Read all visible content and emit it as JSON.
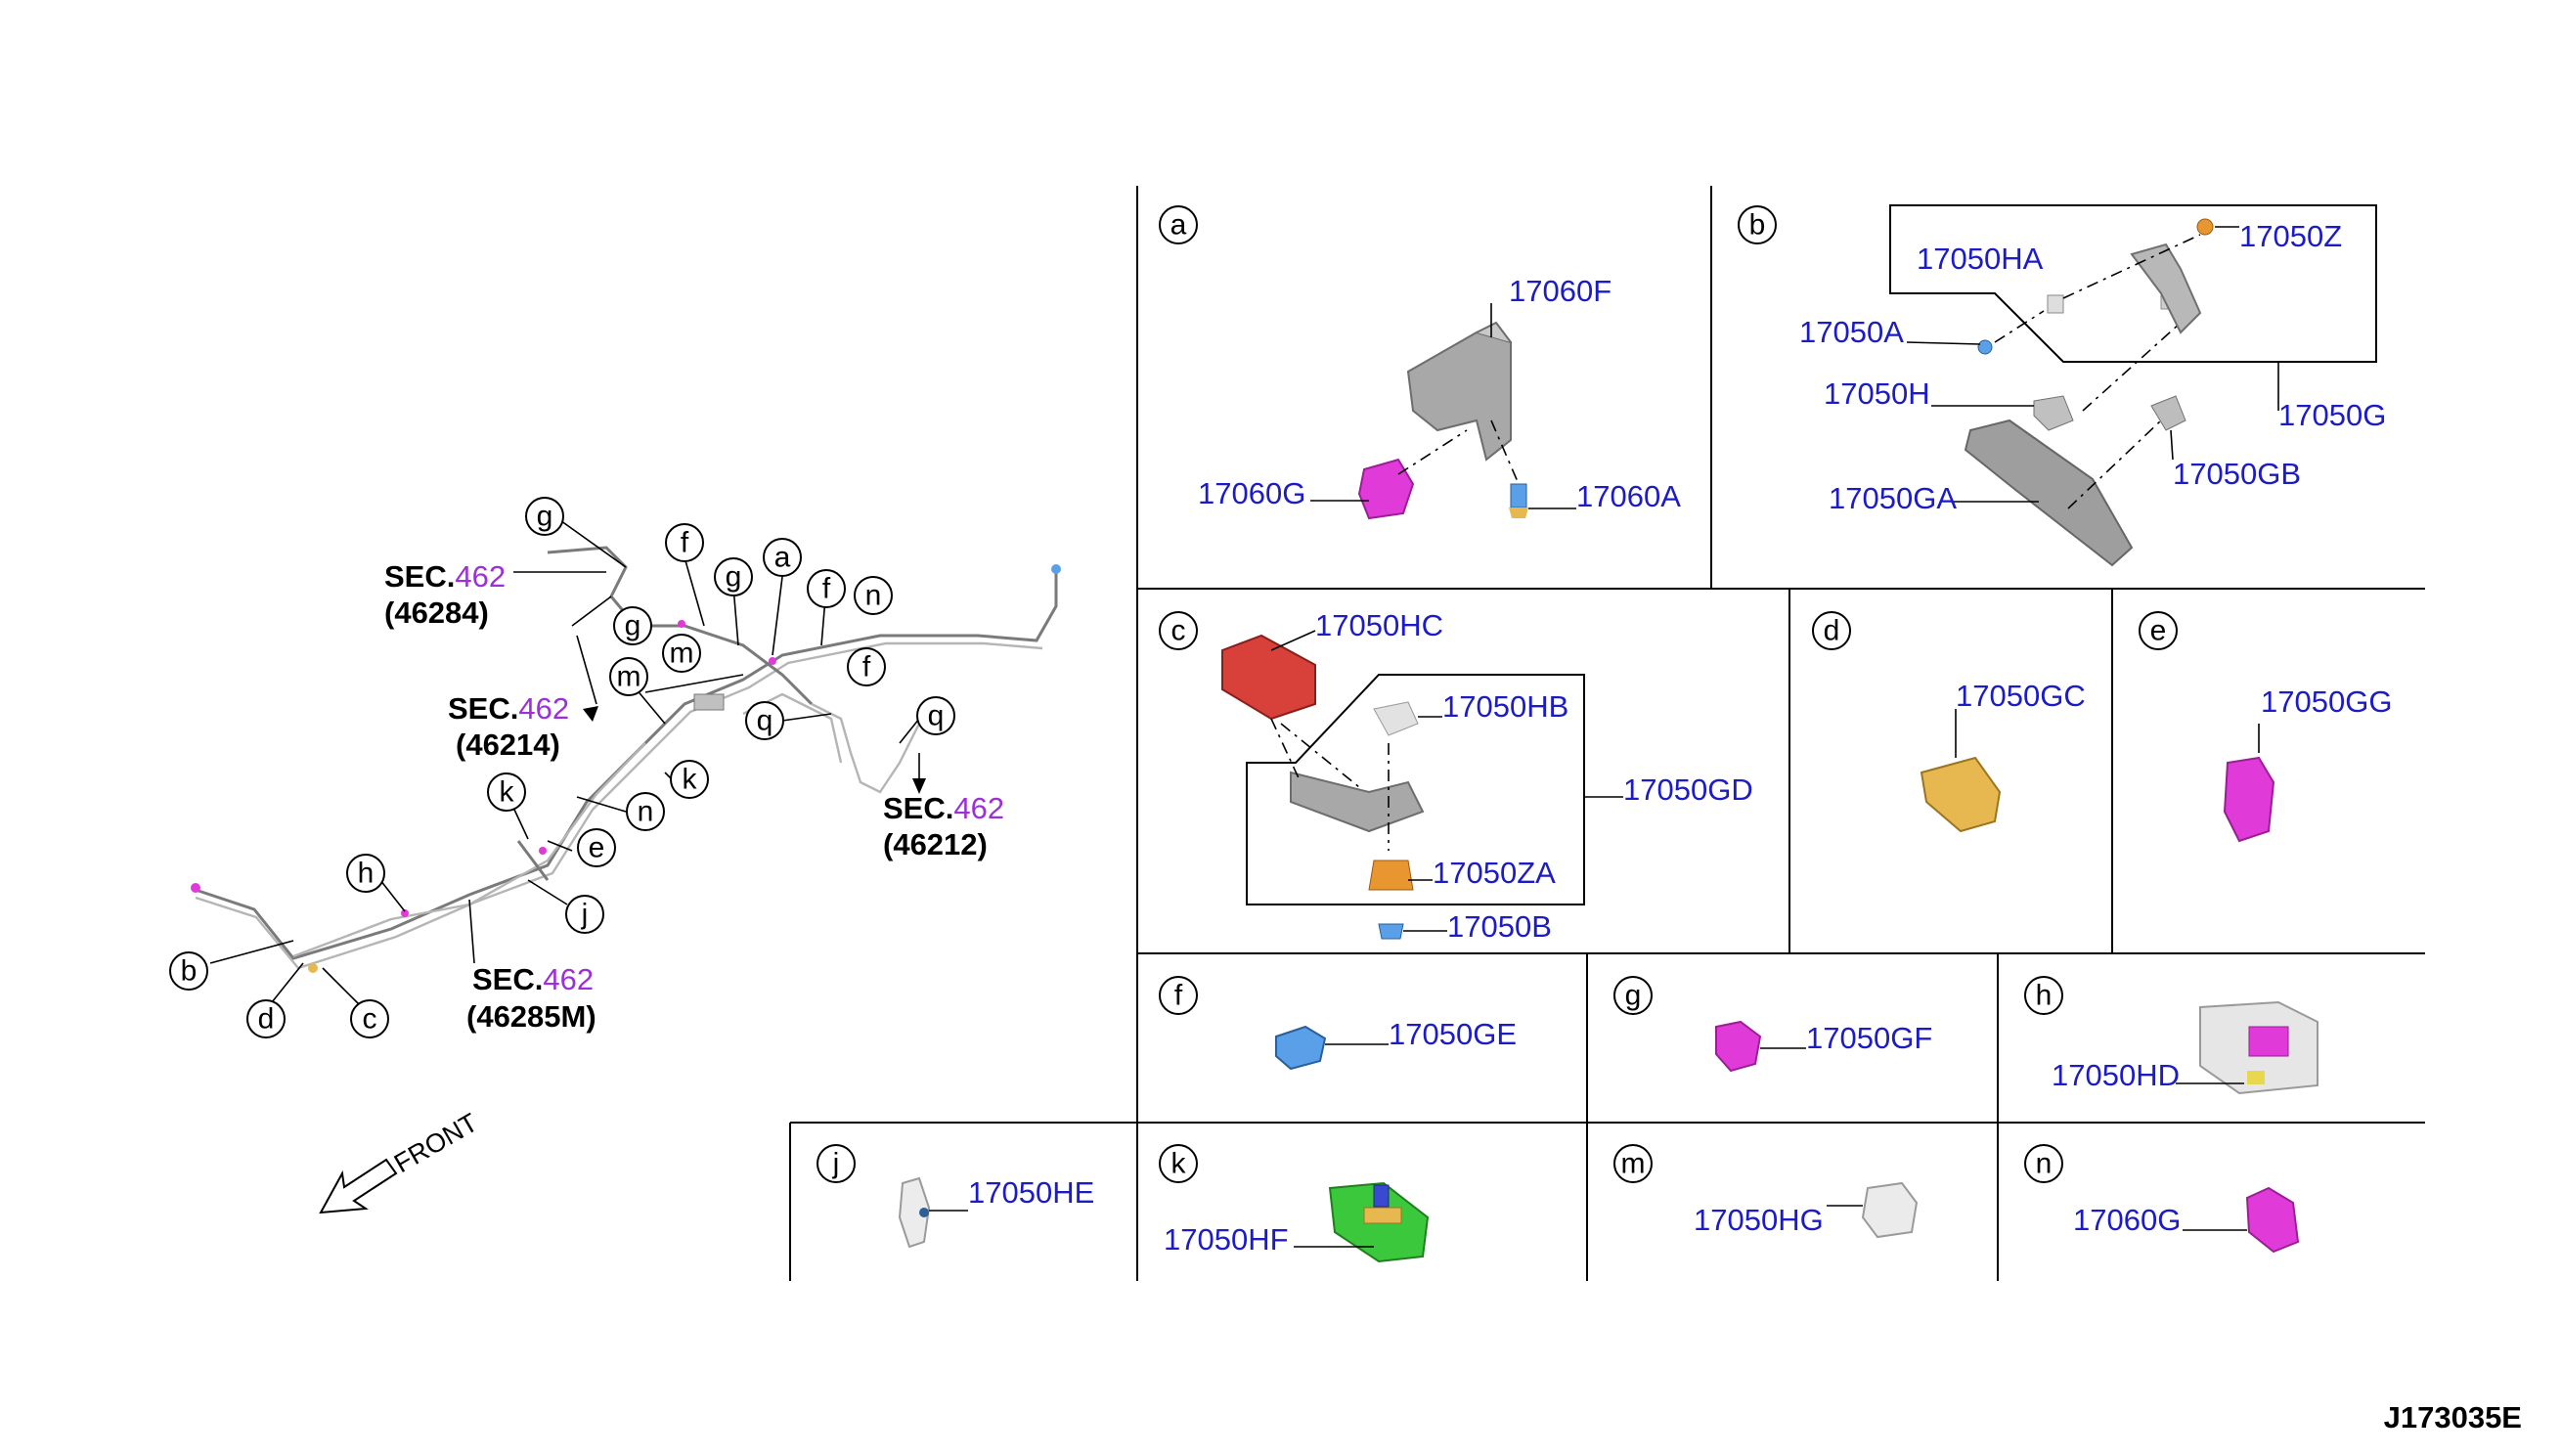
{
  "drawing_number": "J173035E",
  "front_label": "FRONT",
  "overview": {
    "callouts": {
      "a": "a",
      "b": "b",
      "c": "c",
      "d": "d",
      "e": "e",
      "f": "f",
      "g": "g",
      "h": "h",
      "j": "j",
      "k": "k",
      "m": "m",
      "n": "n",
      "q": "q"
    },
    "sections": [
      {
        "prefix": "SEC.",
        "number": "462",
        "ref": "(46284)"
      },
      {
        "prefix": "SEC.",
        "number": "462",
        "ref": "(46212)"
      },
      {
        "prefix": "SEC.",
        "number": "462",
        "ref": "(46285M)"
      },
      {
        "prefix": "SEC.",
        "number": "462",
        "ref": "(46214)"
      }
    ]
  },
  "panels": {
    "a": {
      "letter": "a",
      "parts": [
        "17060F",
        "17060G",
        "17060A"
      ]
    },
    "b": {
      "letter": "b",
      "parts": [
        "17050HA",
        "17050Z",
        "17050A",
        "17050H",
        "17050G",
        "17050GB",
        "17050GA"
      ]
    },
    "c": {
      "letter": "c",
      "parts": [
        "17050HC",
        "17050HB",
        "17050GD",
        "17050ZA",
        "17050B"
      ]
    },
    "d": {
      "letter": "d",
      "parts": [
        "17050GC"
      ]
    },
    "e": {
      "letter": "e",
      "parts": [
        "17050GG"
      ]
    },
    "f": {
      "letter": "f",
      "parts": [
        "17050GE"
      ]
    },
    "g": {
      "letter": "g",
      "parts": [
        "17050GF"
      ]
    },
    "h": {
      "letter": "h",
      "parts": [
        "17050HD"
      ]
    },
    "j": {
      "letter": "j",
      "parts": [
        "17050HE"
      ]
    },
    "k": {
      "letter": "k",
      "parts": [
        "17050HF"
      ]
    },
    "m": {
      "letter": "m",
      "parts": [
        "17050HG"
      ]
    },
    "n": {
      "letter": "n",
      "parts": [
        "17060G"
      ]
    }
  },
  "colors": {
    "part_number": "#1b1bc8",
    "section_number": "#9b30d9",
    "magenta": "#e03ad8",
    "blue": "#5aa0e8",
    "orange": "#e8962f",
    "red": "#d8403a",
    "green": "#3cc83c",
    "yellow": "#e8b850",
    "gray": "#a8a8a8"
  }
}
